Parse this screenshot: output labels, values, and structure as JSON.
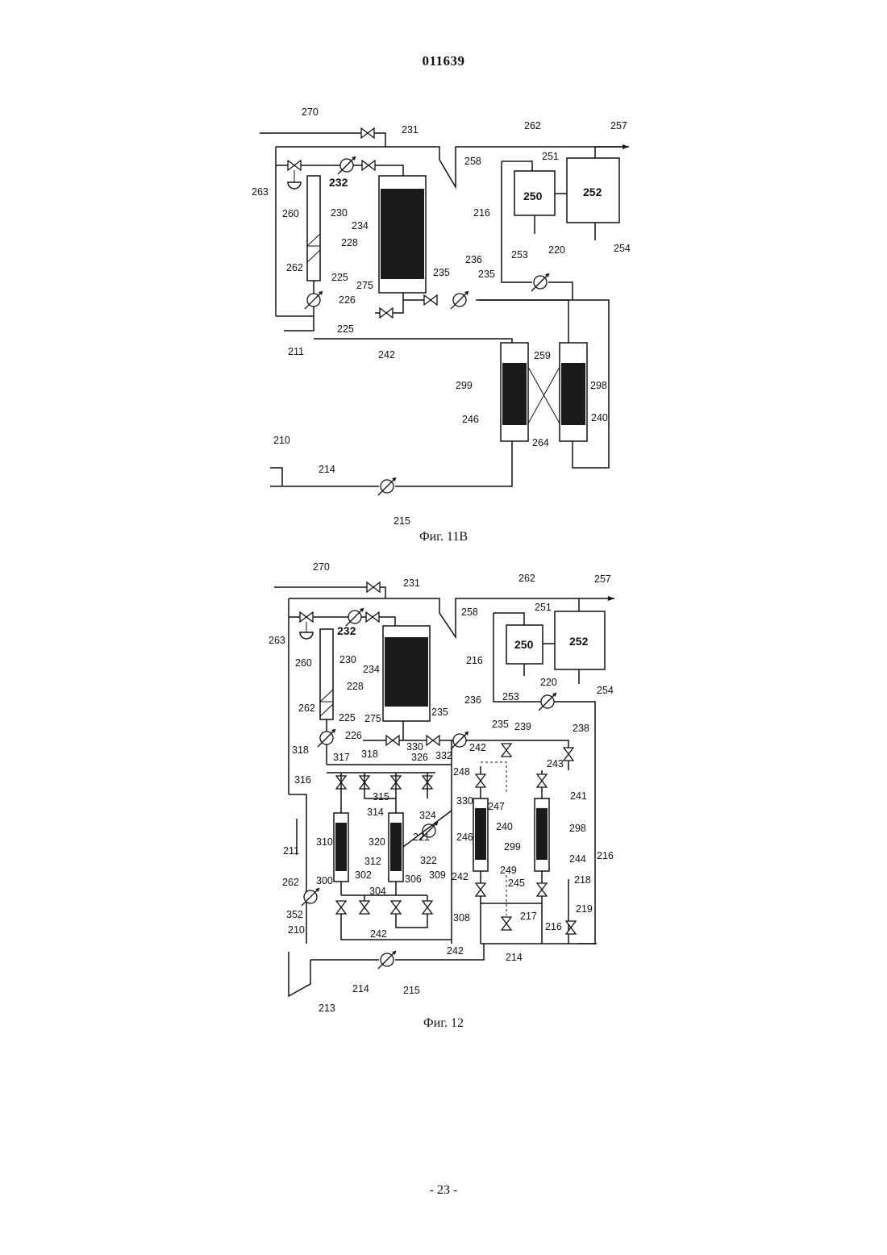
{
  "header": {
    "doc_number": "011639"
  },
  "footer": {
    "page_label": "- 23 -"
  },
  "fig11b": {
    "caption": "Фиг. 11В",
    "labels": {
      "l270": "270",
      "l231": "231",
      "l262a": "262",
      "l257": "257",
      "l258": "258",
      "l251": "251",
      "l263": "263",
      "l232": "232",
      "l250": "250",
      "l252": "252",
      "l260": "260",
      "l216": "216",
      "l230": "230",
      "l234": "234",
      "l228": "228",
      "l254": "254",
      "l253": "253",
      "l220": "220",
      "l262b": "262",
      "l225a": "225",
      "l236": "236",
      "l235a": "235",
      "l235b": "235",
      "l275": "275",
      "l226": "226",
      "l225b": "225",
      "l211": "211",
      "l242": "242",
      "l259": "259",
      "l299": "299",
      "l298": "298",
      "l246": "246",
      "l240": "240",
      "l264": "264",
      "l210": "210",
      "l214": "214",
      "l215": "215"
    }
  },
  "fig12": {
    "caption": "Фиг. 12",
    "labels": {
      "l270": "270",
      "l231": "231",
      "l262a": "262",
      "l257": "257",
      "l258": "258",
      "l251": "251",
      "l263": "263",
      "l232": "232",
      "l250": "250",
      "l252": "252",
      "l260": "260",
      "l230": "230",
      "l234": "234",
      "l216a": "216",
      "l228": "228",
      "l253": "253",
      "l220": "220",
      "l254": "254",
      "l262b": "262",
      "l225": "225",
      "l236": "236",
      "l235a": "235",
      "l275": "275",
      "l235b": "235",
      "l239": "239",
      "l238": "238",
      "l226": "226",
      "l330a": "330",
      "l318a": "318",
      "l317": "317",
      "l318b": "318",
      "l326": "326",
      "l332": "332",
      "l242a": "242",
      "l243": "243",
      "l248": "248",
      "l316": "316",
      "l315": "315",
      "l247": "247",
      "l241": "241",
      "l314": "314",
      "l330b": "330",
      "l324": "324",
      "l240": "240",
      "l298": "298",
      "l310": "310",
      "l320": "320",
      "l221": "221",
      "l246": "246",
      "l211": "211",
      "l312": "312",
      "l322": "322",
      "l299": "299",
      "l216b": "216",
      "l244": "244",
      "l249": "249",
      "l262c": "262",
      "l300": "300",
      "l302": "302",
      "l306": "306",
      "l309": "309",
      "l242b": "242",
      "l245": "245",
      "l218": "218",
      "l304": "304",
      "l219": "219",
      "l352": "352",
      "l308": "308",
      "l217": "217",
      "l210": "210",
      "l242c": "242",
      "l216c": "216",
      "l242d": "242",
      "l214a": "214",
      "l214b": "214",
      "l215": "215",
      "l213": "213"
    }
  }
}
